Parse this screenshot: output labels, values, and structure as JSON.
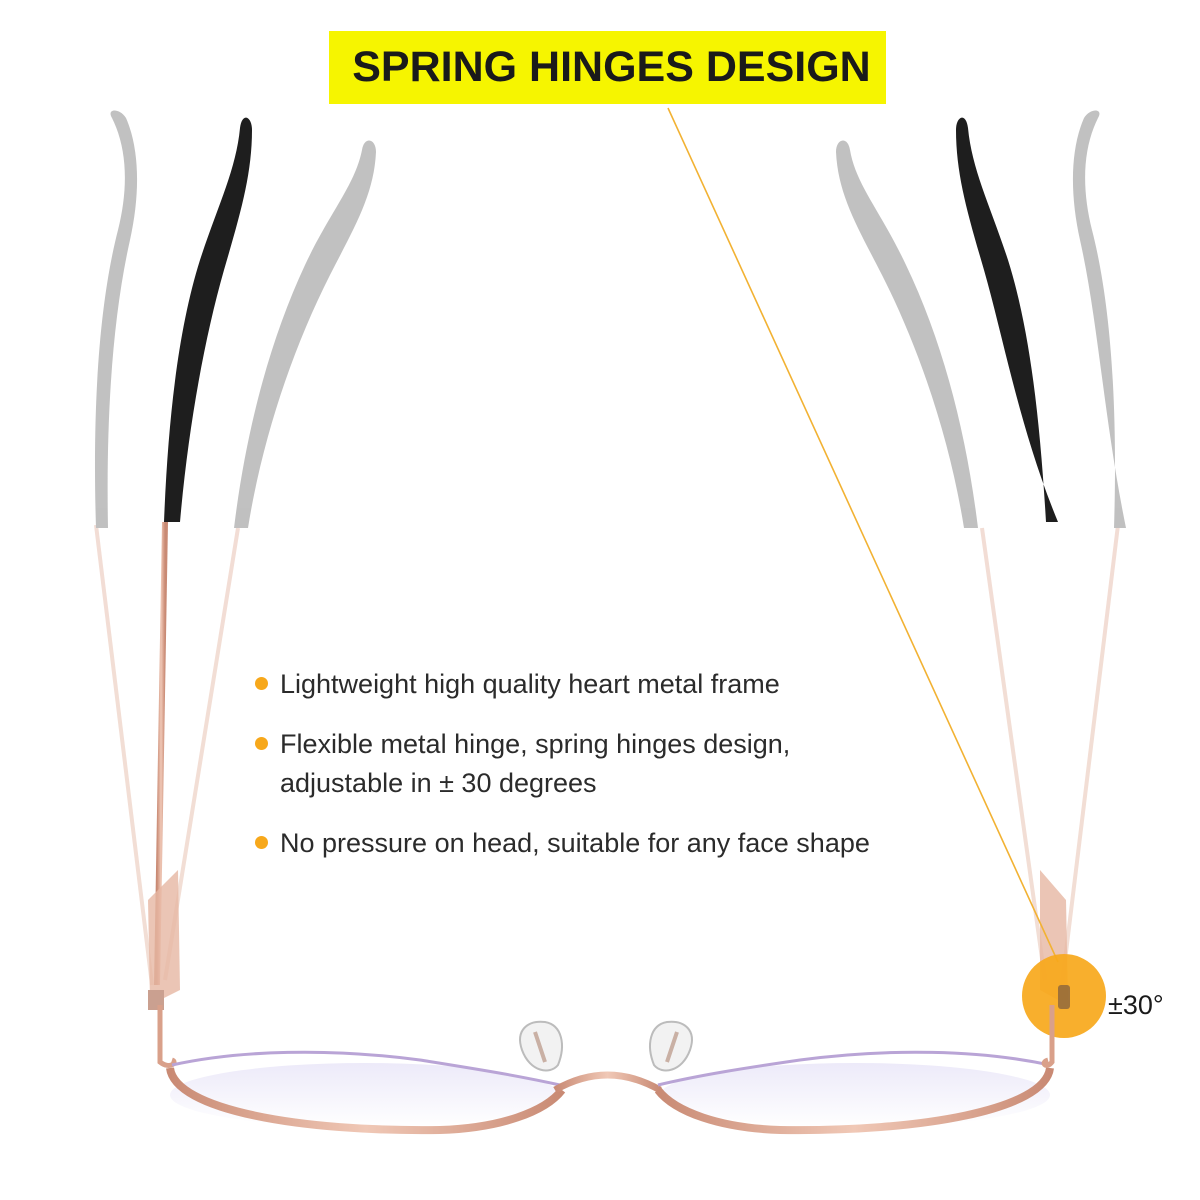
{
  "banner": {
    "title": "SPRING HINGES DESIGN",
    "color": "#f6f500"
  },
  "features": [
    {
      "text": "Lightweight high quality heart metal frame"
    },
    {
      "text": "Flexible metal hinge, spring hinges design,\nadjustable in ± 30 degrees"
    },
    {
      "text": "No pressure on head, suitable for any face shape"
    }
  ],
  "angle_label": "±30°",
  "colors": {
    "accent": "#f7a81b",
    "frame_rose_gold": "#d9a08a",
    "temple_tip_black": "#222222",
    "temple_tip_ghost": "#9a9a9a",
    "pointer_line": "#f2b233",
    "banner_text": "#1a1a1a"
  },
  "icons": {
    "bullet": "orange-dot-icon",
    "hinge_highlight": "hinge-highlight-circle"
  }
}
